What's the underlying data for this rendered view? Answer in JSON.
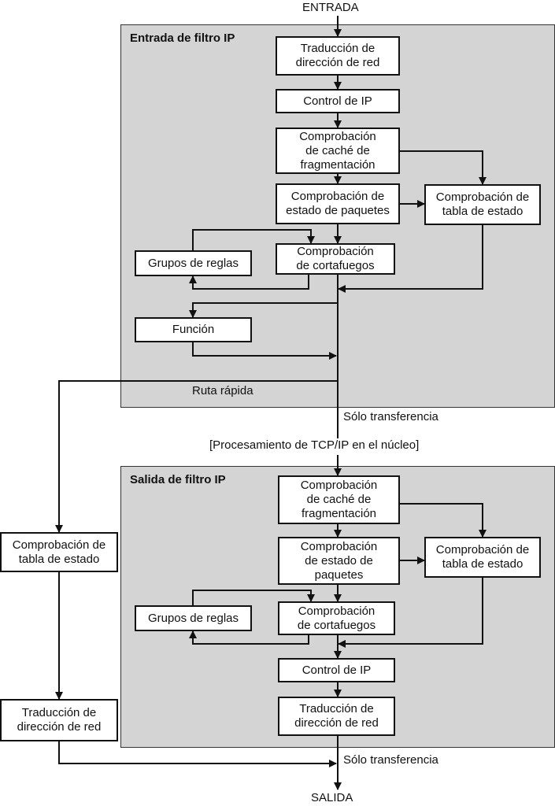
{
  "labels": {
    "entrada": "ENTRADA",
    "salida": "SALIDA",
    "ruta_rapida": "Ruta rápida",
    "solo_transferencia": "Sólo transferencia",
    "solo_transferencia_2": "Sólo transferencia",
    "procesamiento": "[Procesamiento de TCP/IP en el núcleo]"
  },
  "input_region": {
    "title": "Entrada de filtro IP",
    "nat": "Traducción de\ndirección de red",
    "ip_control": "Control de IP",
    "frag_cache": "Comprobación\nde caché de\nfragmentación",
    "packet_state": "Comprobación de\nestado de paquetes",
    "state_table": "Comprobación de\ntabla de estado",
    "rule_groups": "Grupos de reglas",
    "firewall": "Comprobación\nde cortafuegos",
    "function": "Función"
  },
  "output_region": {
    "title": "Salida de filtro IP",
    "frag_cache": "Comprobación\nde caché de\nfragmentación",
    "packet_state": "Comprobación\nde estado de\npaquetes",
    "state_table": "Comprobación de\ntabla de estado",
    "rule_groups": "Grupos de reglas",
    "firewall": "Comprobación\nde cortafuegos",
    "ip_control": "Control de IP",
    "nat": "Traducción de\ndirección de red"
  },
  "fast_path": {
    "state_table": "Comprobación de\ntabla de estado",
    "nat": "Traducción de\ndirección de red"
  }
}
